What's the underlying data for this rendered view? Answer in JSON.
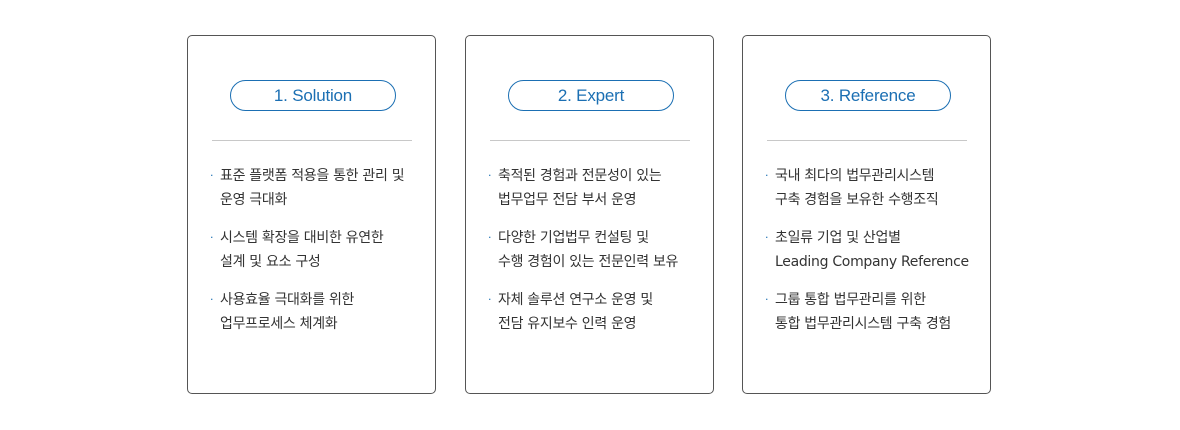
{
  "cards": [
    {
      "title": "1. Solution",
      "items": [
        {
          "line1": "표준 플랫폼 적용을 통한 관리 및",
          "line2": "운영 극대화"
        },
        {
          "line1": "시스템 확장을 대비한 유연한",
          "line2": "설계 및 요소 구성"
        },
        {
          "line1": "사용효율 극대화를 위한",
          "line2": "업무프로세스 체계화"
        }
      ]
    },
    {
      "title": "2. Expert",
      "items": [
        {
          "line1": "축적된 경험과 전문성이 있는",
          "line2": "법무업무 전담 부서 운영"
        },
        {
          "line1": "다양한 기업법무 컨설팅 및",
          "line2": "수행 경험이 있는 전문인력 보유"
        },
        {
          "line1": "자체 솔루션 연구소 운영 및",
          "line2": "전담 유지보수 인력 운영"
        }
      ]
    },
    {
      "title": "3. Reference",
      "items": [
        {
          "line1": "국내 최다의 법무관리시스템",
          "line2": "구축 경험을 보유한 수행조직"
        },
        {
          "line1": "초일류 기업 및 산업별",
          "line2": "Leading Company Reference"
        },
        {
          "line1": "그룹 통합 법무관리를 위한",
          "line2": "통합 법무관리시스템 구축 경험"
        }
      ]
    }
  ],
  "bullet": "·",
  "colors": {
    "accent": "#1b6fb3",
    "border": "#555555",
    "divider": "#c8c8c8",
    "text": "#333333"
  }
}
